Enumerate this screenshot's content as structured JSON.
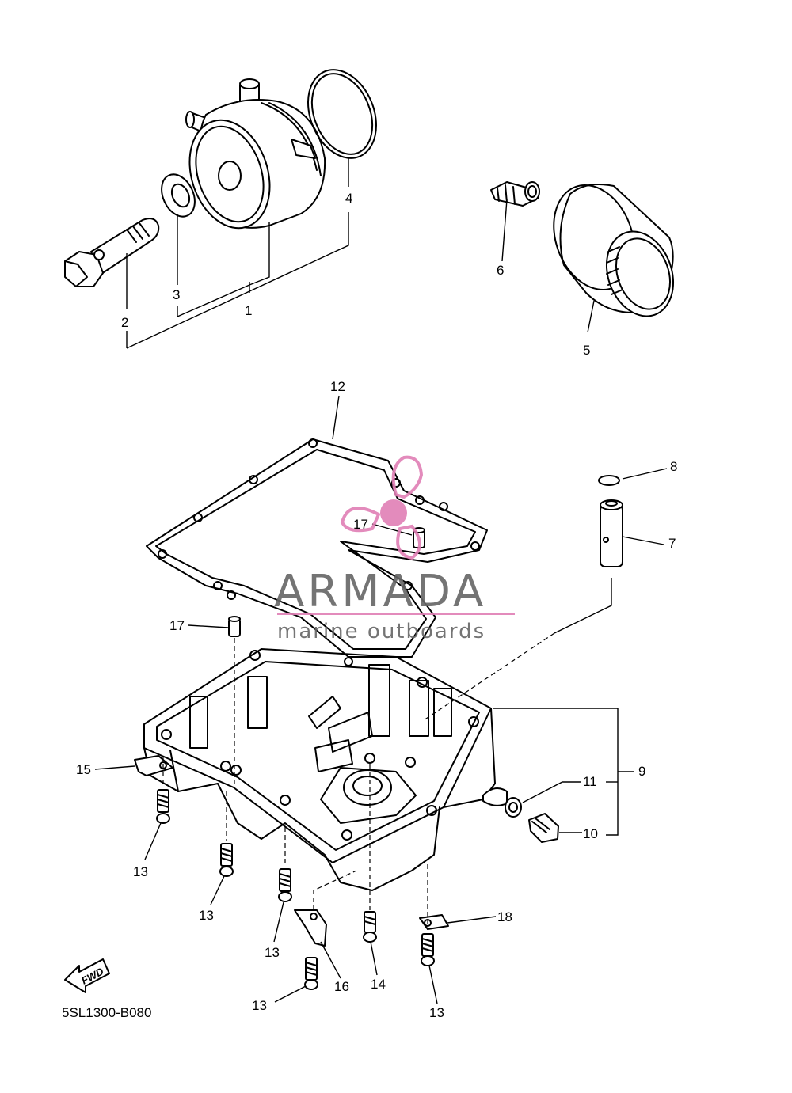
{
  "callouts": {
    "c1": "1",
    "c2": "2",
    "c3": "3",
    "c4": "4",
    "c5": "5",
    "c6": "6",
    "c7": "7",
    "c8": "8",
    "c9": "9",
    "c10": "10",
    "c11": "11",
    "c12": "12",
    "c13": "13",
    "c14": "14",
    "c15": "15",
    "c16": "16",
    "c17": "17",
    "c18": "18"
  },
  "diagram_code": "5SL1300-B080",
  "fwd_label": "FWD",
  "watermark": {
    "brand": "ARMADA",
    "tagline": "marine outboards",
    "brand_color": "#666666",
    "accent_color": "#e07fb5"
  }
}
